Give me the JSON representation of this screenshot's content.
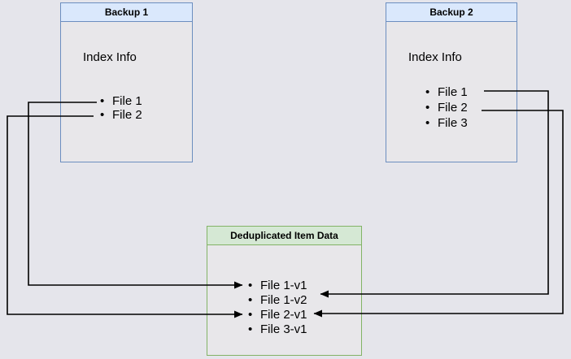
{
  "diagram": {
    "backup1": {
      "title": "Backup 1",
      "section_label": "Index Info",
      "items": [
        "File 1",
        "File 2"
      ]
    },
    "backup2": {
      "title": "Backup 2",
      "section_label": "Index Info",
      "items": [
        "File 1",
        "File 2",
        "File 3"
      ]
    },
    "dedup": {
      "title": "Deduplicated Item Data",
      "items": [
        "File 1-v1",
        "File 1-v2",
        "File 2-v1",
        "File 3-v1"
      ]
    },
    "connections": [
      {
        "from": "Backup 1 / File 1",
        "to": "Deduplicated Item Data / File 1-v1"
      },
      {
        "from": "Backup 1 / File 2",
        "to": "Deduplicated Item Data / File 2-v1"
      },
      {
        "from": "Backup 2 / File 1",
        "to": "Deduplicated Item Data / File 1-v2"
      },
      {
        "from": "Backup 2 / File 2",
        "to": "Deduplicated Item Data / File 2-v1"
      }
    ],
    "bullet_glyph": "•",
    "colors": {
      "background": "#e5e5eb",
      "box_fill": "#e8e7ea",
      "blue_header_fill": "#dae8fc",
      "blue_border": "#6c8ebf",
      "green_header_fill": "#d5e8d4",
      "green_border": "#82b366",
      "connector": "#000000",
      "text": "#000000"
    }
  }
}
